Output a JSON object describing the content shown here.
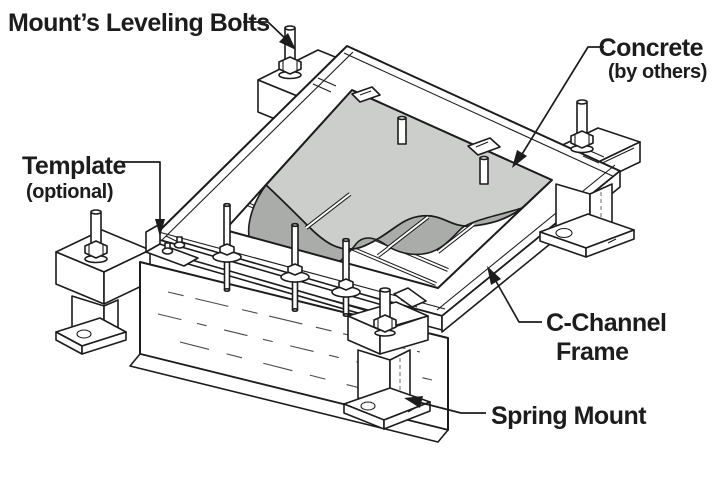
{
  "diagram": {
    "background": "#ffffff",
    "line_color": "#1c1c1c",
    "concrete_top_color": "#cbcecb",
    "concrete_front_color": "#a9aca9",
    "callouts": {
      "leveling_bolts": {
        "text": "Mount’s Leveling Bolts"
      },
      "concrete": {
        "text": "Concrete",
        "subtext": "(by others)"
      },
      "template": {
        "text": "Template",
        "subtext": "(optional)"
      },
      "c_channel": {
        "line1": "C-Channel",
        "line2": "Frame"
      },
      "spring_mount": {
        "text": "Spring Mount"
      }
    }
  }
}
